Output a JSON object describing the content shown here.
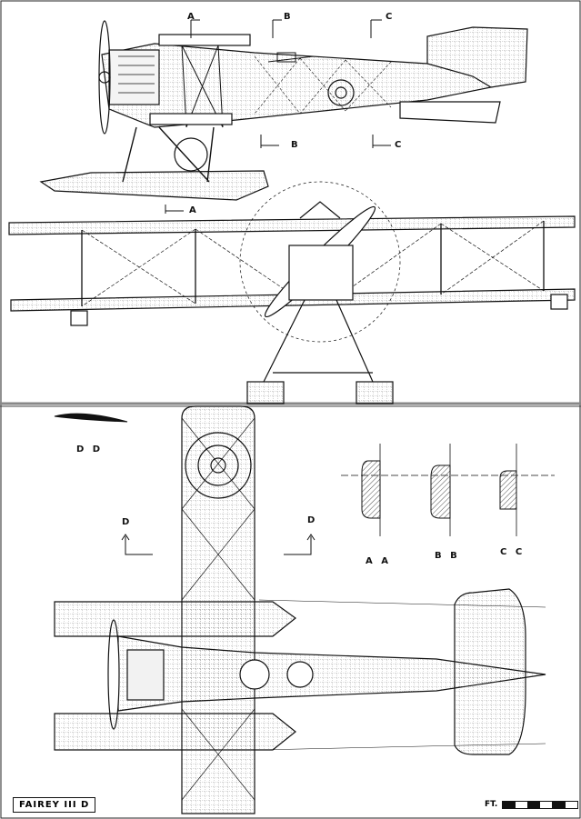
{
  "title": "FAIREY III D",
  "scale_label": "FT.",
  "section_markers": {
    "a": "A",
    "b": "B",
    "c": "C",
    "d": "D"
  },
  "section_captions": {
    "dd": "D D",
    "aa": "A A",
    "bb": "B B",
    "cc": "C C"
  }
}
